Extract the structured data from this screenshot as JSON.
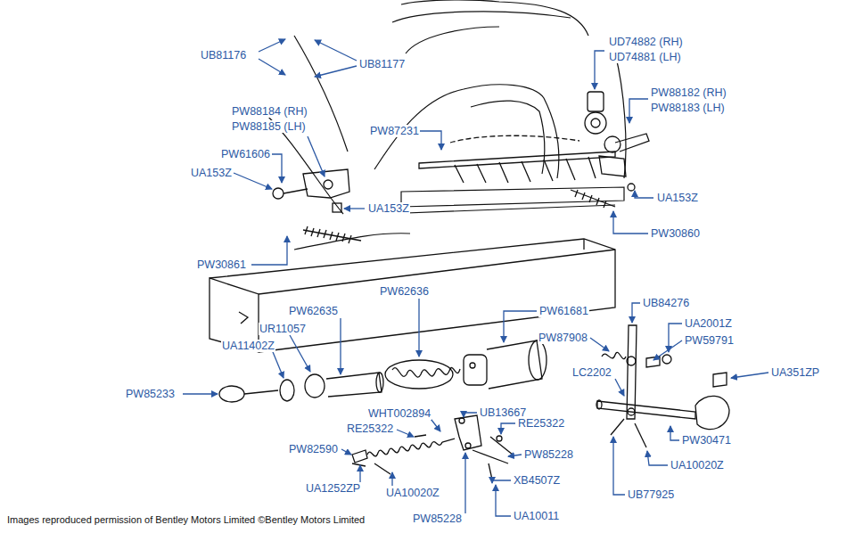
{
  "diagram": {
    "caption": "Images reproduced permission of Bentley Motors Limited ©Bentley Motors Limited",
    "labels": [
      "UB81176",
      "UB81177",
      "UD74882 (RH)",
      "UD74881 (LH)",
      "PW88182 (RH)",
      "PW88183 (LH)",
      "PW88184 (RH)",
      "PW88185 (LH)",
      "PW87231",
      "PW61606",
      "UA153Z",
      "UA153Z",
      "UA153Z",
      "PW30860",
      "PW30861",
      "PW62636",
      "PW62635",
      "UR11057",
      "UA11402Z",
      "PW61681",
      "UB84276",
      "UA2001Z",
      "PW87908",
      "PW59791",
      "UA351ZP",
      "LC2202",
      "PW85233",
      "WHT002894",
      "UB13667",
      "RE25322",
      "RE25322",
      "PW82590",
      "PW85228",
      "PW30471",
      "UA1252ZP",
      "UA10020Z",
      "XB4507Z",
      "UA10020Z",
      "UB77925",
      "PW85228",
      "UA10011"
    ]
  }
}
